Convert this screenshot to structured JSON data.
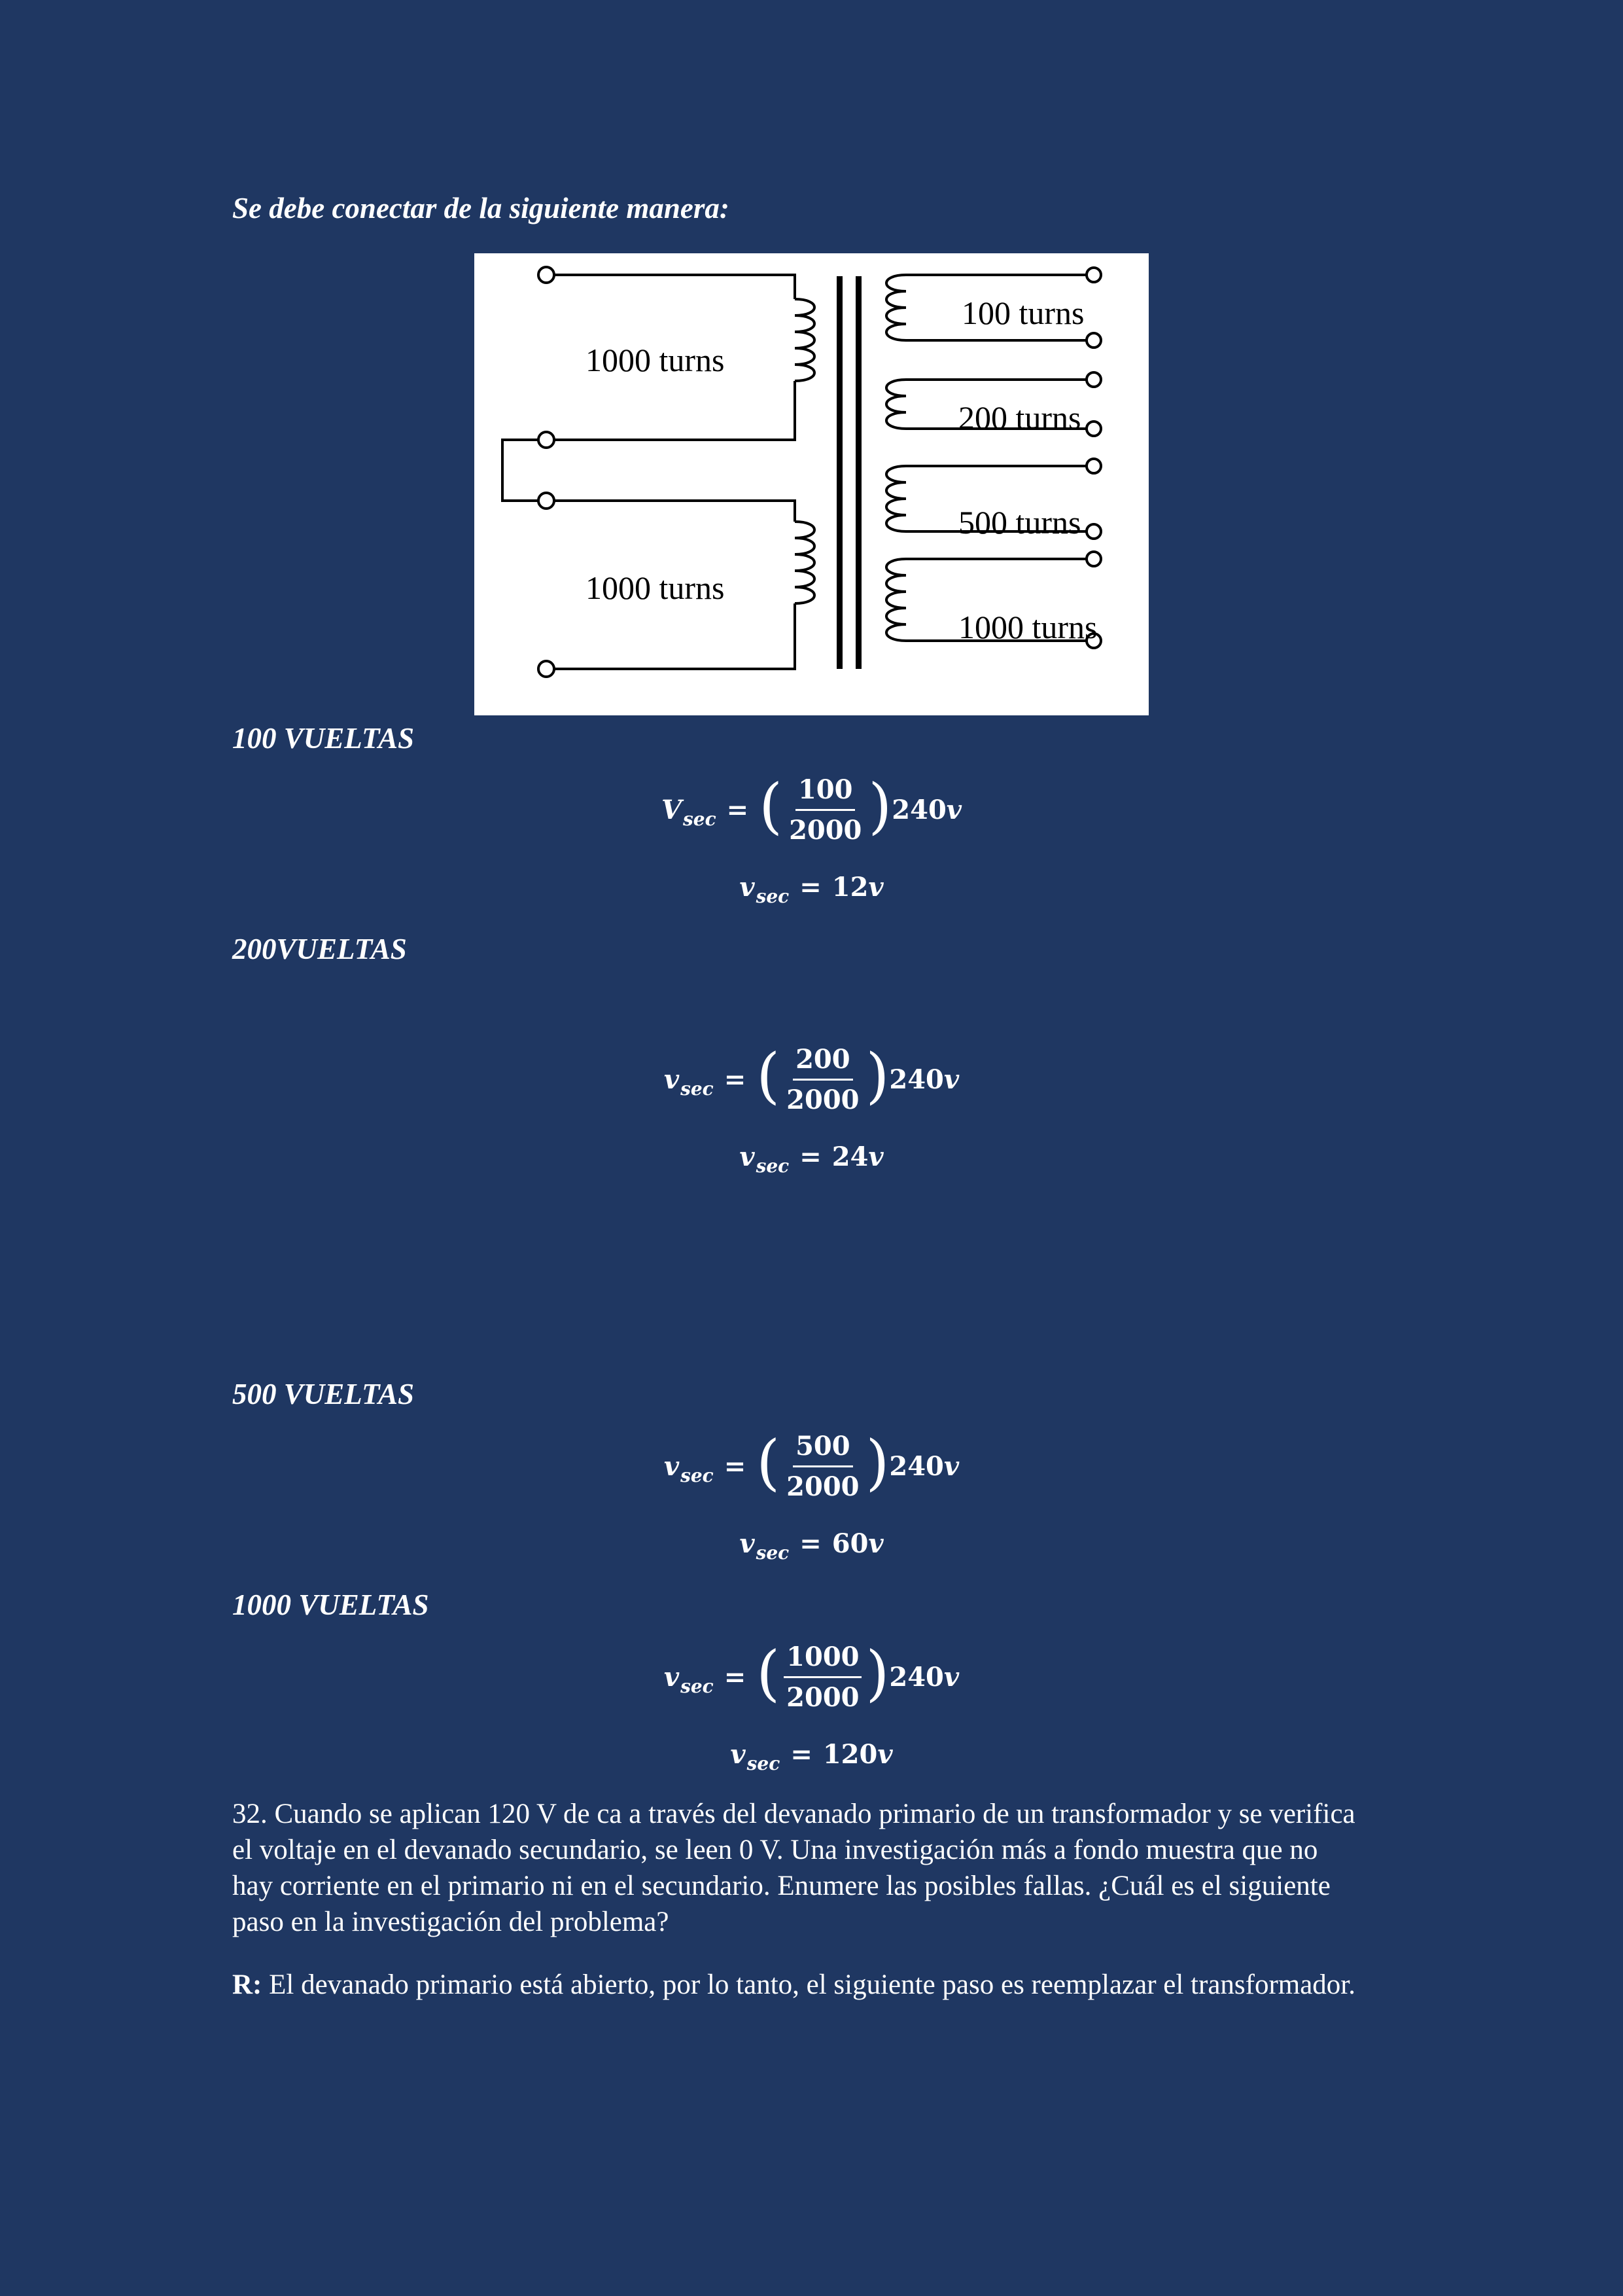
{
  "intro": "Se debe conectar de la siguiente manera:",
  "figure": {
    "primary_top": "1000 turns",
    "primary_bottom": "1000 turns",
    "secondaries": [
      "100 turns",
      "200 turns",
      "500 turns",
      "1000 turns"
    ]
  },
  "sections": [
    {
      "heading": "100 VUELTAS",
      "var": "V",
      "sub": "sec",
      "eq": "=",
      "num": "100",
      "den": "2000",
      "mult": "240",
      "unit": "v",
      "result": "12",
      "result_var": "v"
    },
    {
      "heading": "200VUELTAS",
      "var": "v",
      "sub": "sec",
      "eq": "=",
      "num": "200",
      "den": "2000",
      "mult": "240",
      "unit": "v",
      "result": "24",
      "result_var": "v"
    },
    {
      "heading": "500 VUELTAS",
      "var": "v",
      "sub": "sec",
      "eq": "=",
      "num": "500",
      "den": "2000",
      "mult": "240",
      "unit": "v",
      "result": "60",
      "result_var": "v"
    },
    {
      "heading": "1000 VUELTAS",
      "var": "v",
      "sub": "sec",
      "eq": "=",
      "num": "1000",
      "den": "2000",
      "mult": "240",
      "unit": "v",
      "result": "120",
      "result_var": "v"
    }
  ],
  "question": "32. Cuando se aplican 120 V de ca a través del devanado primario de un transformador y se verifica el voltaje en el devanado secundario, se leen 0 V. Una investigación más a fondo muestra que no hay corriente en el primario ni en el secundario. Enumere las posibles fallas. ¿Cuál es el siguiente paso en la investigación del problema?",
  "answer_label": "R:",
  "answer": " El devanado primario está abierto, por lo tanto, el siguiente paso es reemplazar el transformador."
}
